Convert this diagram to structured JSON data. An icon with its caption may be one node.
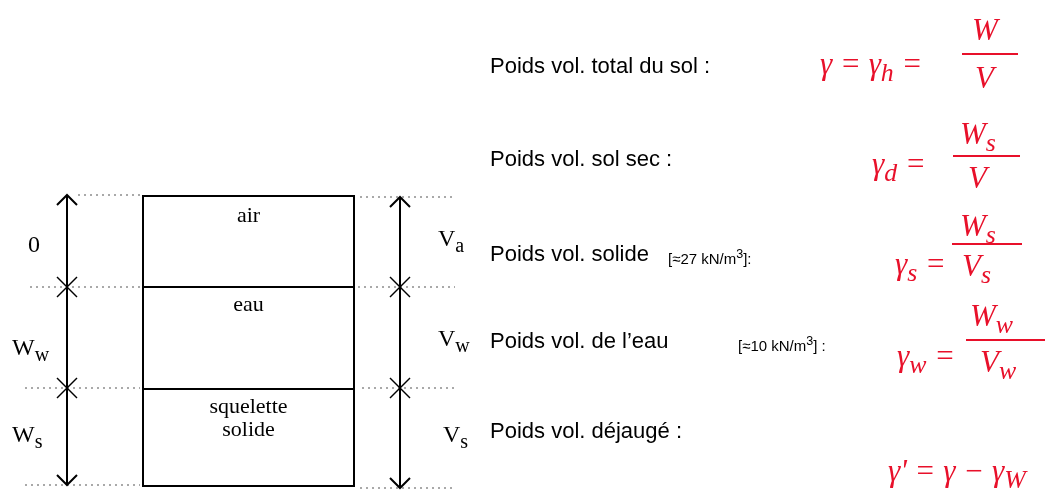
{
  "diagram": {
    "nodes": [
      {
        "text": [
          "air"
        ]
      },
      {
        "text": [
          "eau"
        ]
      },
      {
        "text": [
          "squelette solide"
        ]
      }
    ],
    "labels": [
      "0",
      "W$_{w}$",
      "W$_{s}$",
      "V$_{a}$",
      "V$_{w}$",
      "V$_{s}$",
      "Poids vol. total du sol :",
      "γ = γ$_{h}$ =",
      "W",
      "V",
      "Poids vol. sol sec :",
      "γ$_{d}$ =",
      "W$_{s}$",
      "V",
      "Poids vol. solide",
      "[≈27 kN/m$^{3}$]:",
      "γ$_{s}$ =",
      "W$_{s}$",
      "V$_{s}$",
      "Poids vol. de l’eau",
      "[≈10 kN/m$^{3}$] :",
      "γ$_{w}$ =",
      "W$_{w}$",
      "V$_{w}$",
      "Poids vol. déjaugé :",
      "γ' = γ − γ$_{W}$"
    ]
  }
}
